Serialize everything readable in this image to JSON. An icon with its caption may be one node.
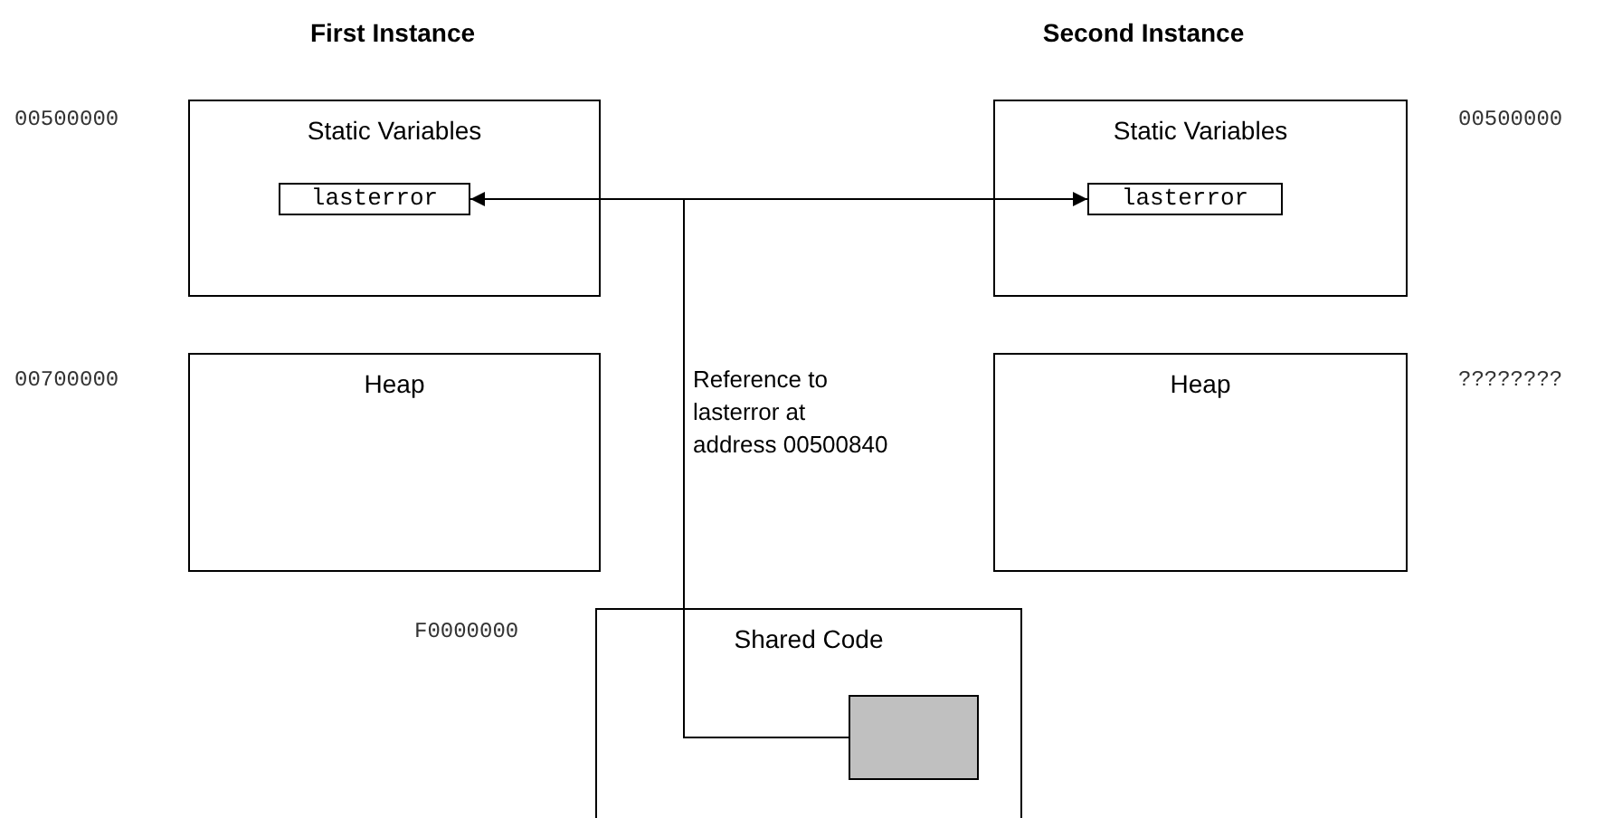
{
  "diagram": {
    "nodes": [
      {
        "text": [
          "Static Variables"
        ],
        "beside": [
          "00500000"
        ]
      },
      {
        "text": [
          "lasterror"
        ],
        "in": 0
      },
      {
        "text": [
          "Heap"
        ],
        "beside": [
          "00700000"
        ]
      },
      {
        "text": [
          "Static Variables"
        ],
        "beside": [
          "00500000"
        ]
      },
      {
        "text": [
          "lasterror"
        ],
        "in": 3
      },
      {
        "text": [
          "Heap"
        ],
        "beside": [
          "????????"
        ]
      },
      {
        "text": [
          "Shared Code"
        ],
        "beside": [
          "F0000000"
        ]
      },
      {
        "text": [],
        "shape": "box",
        "in": 6
      }
    ],
    "edges": [
      {
        "from": 7,
        "to": 1,
        "arrow": "to",
        "label": "Reference to lasterror at address 00500840"
      },
      {
        "from": 7,
        "to": 4,
        "arrow": "to"
      }
    ],
    "labels": [
      "First Instance",
      "Second Instance"
    ]
  }
}
